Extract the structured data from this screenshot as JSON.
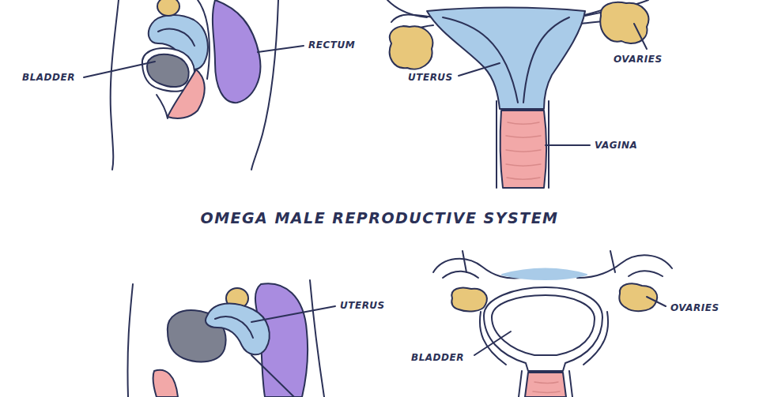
{
  "diagram": {
    "title": "OMEGA MALE REPRODUCTIVE SYSTEM",
    "labels": [
      "BLADDER",
      "RECTUM",
      "UTERUS",
      "OVARIES",
      "VAGINA",
      "UTERUS",
      "OVARIES",
      "BLADDER"
    ]
  }
}
